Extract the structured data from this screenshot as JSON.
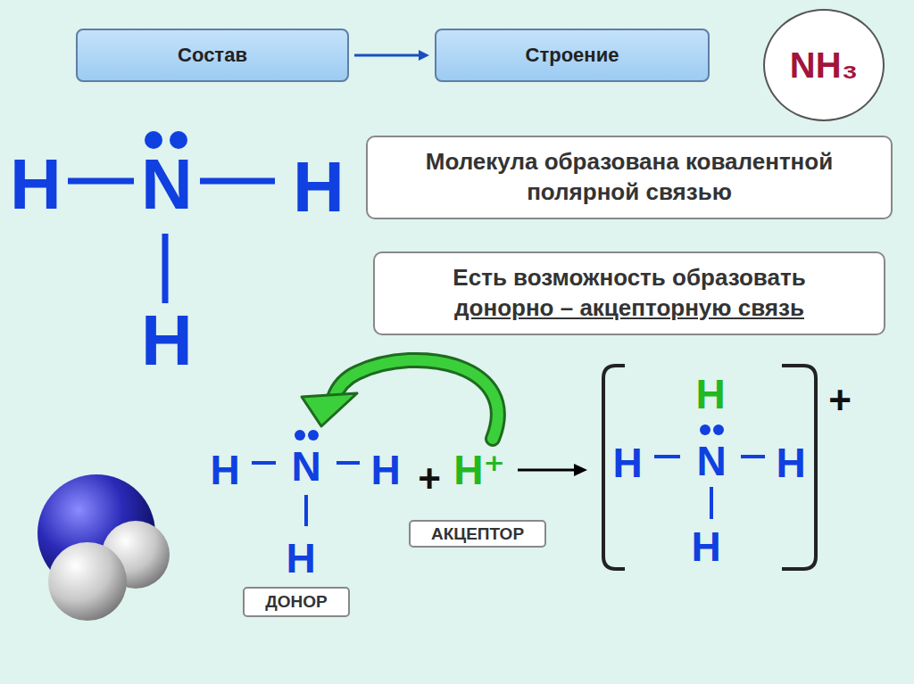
{
  "diagram": {
    "nodes": [
      {
        "text": [
          "Состав"
        ]
      },
      {
        "text": [
          "Строение"
        ]
      },
      {
        "text": [
          "NH₃"
        ]
      },
      {
        "text": [
          "Молекула образована ковалентной полярной связью"
        ]
      },
      {
        "text": [
          "Есть возможность образовать",
          "донорно – акцепторную связь"
        ]
      },
      {
        "text": [
          "АКЦЕПТОР"
        ]
      },
      {
        "text": [
          "ДОНОР"
        ]
      }
    ],
    "edges": [
      {
        "from": 0,
        "to": 1,
        "arrow": "to"
      }
    ],
    "labels": [
      "H",
      "N",
      "H",
      "H",
      "H",
      "N",
      "H",
      "H",
      "+",
      "H⁺",
      "H",
      "H",
      "N",
      "H",
      "H",
      "+"
    ]
  }
}
